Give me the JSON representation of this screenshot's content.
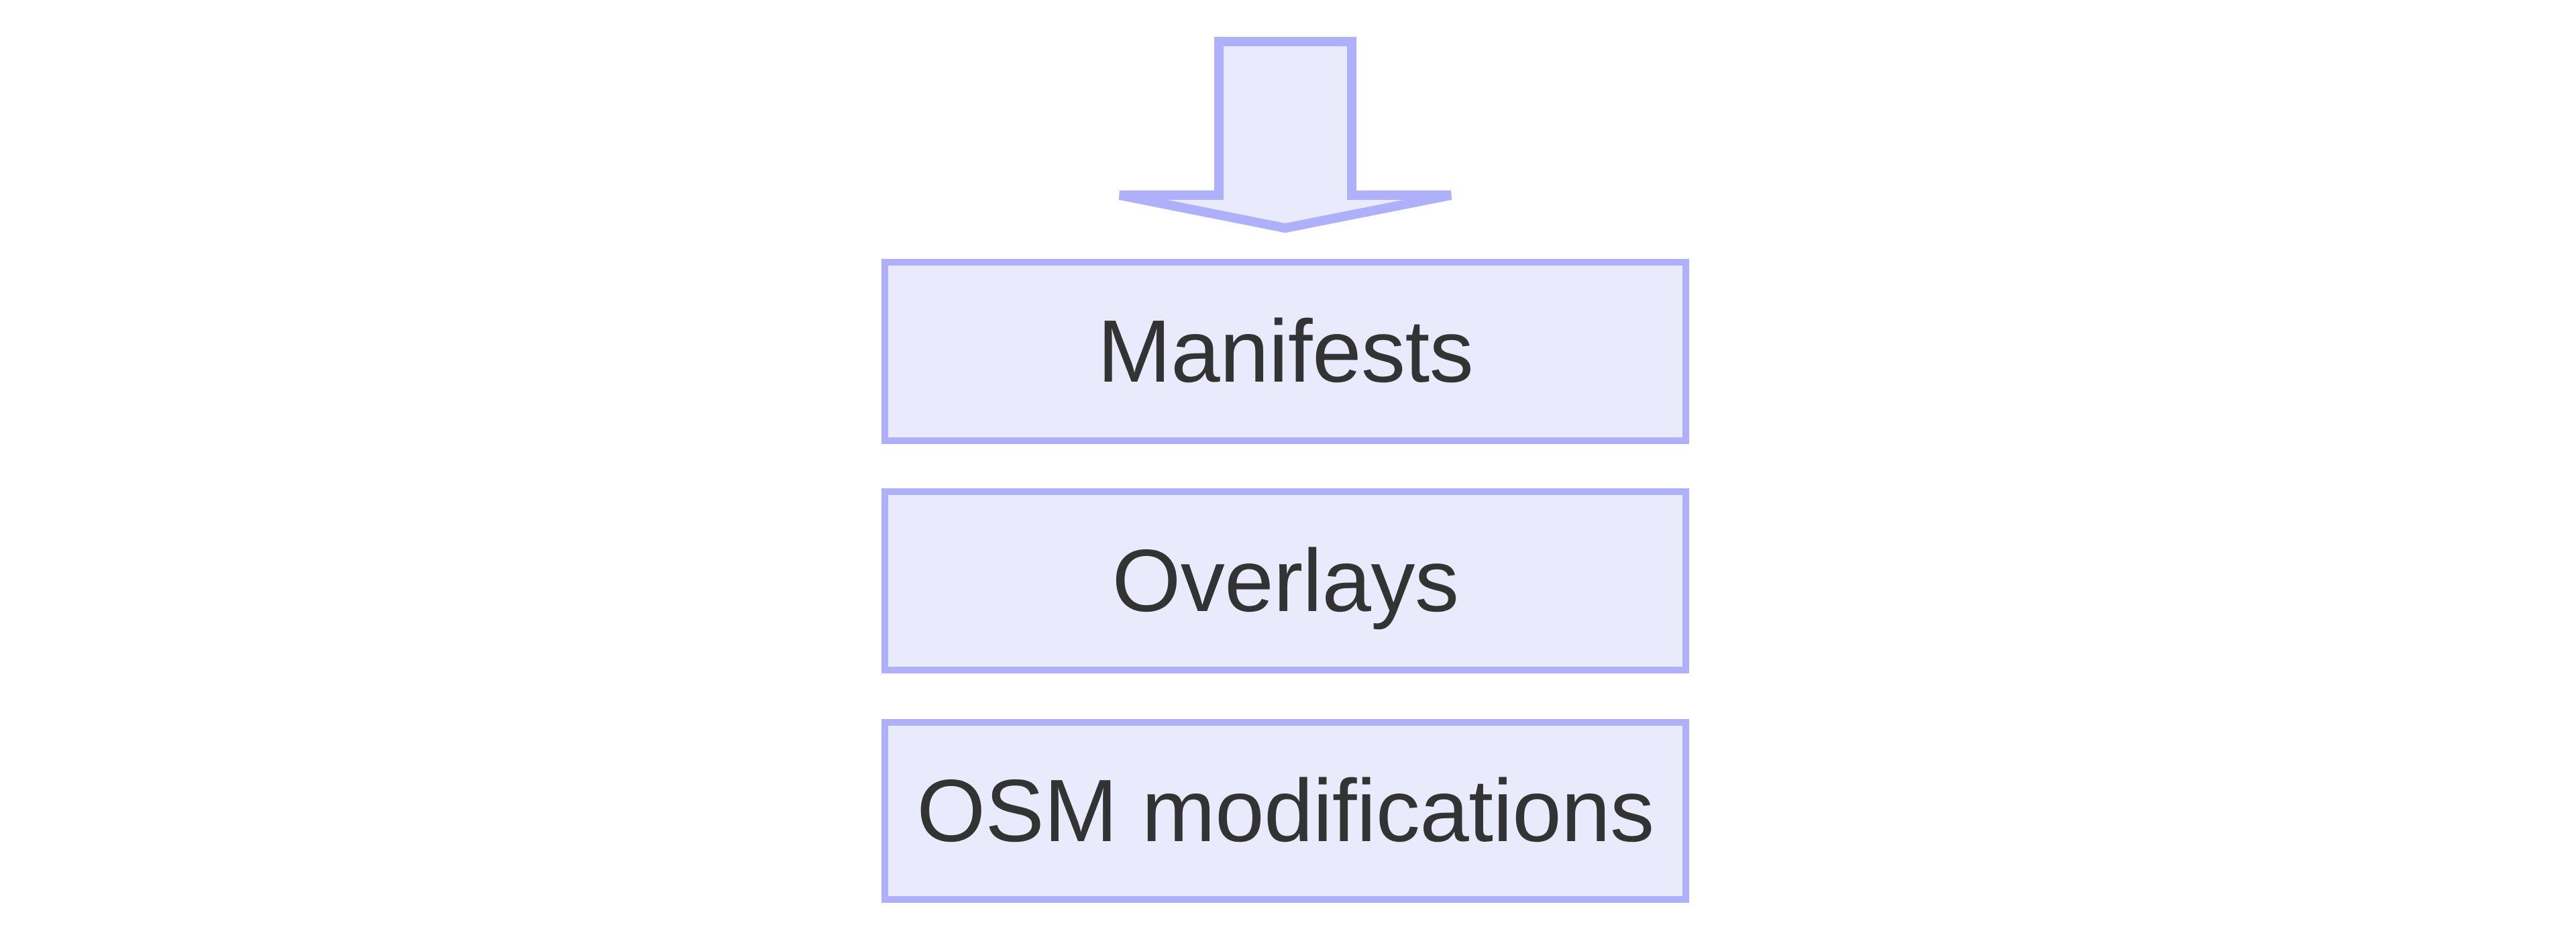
{
  "diagram": {
    "type": "flowchart",
    "orientation": "top-down",
    "background_color": "#ffffff",
    "node_fill_color": "#e9eafb",
    "node_border_color": "#aeb0fa",
    "node_text_color": "#333333",
    "arrow_fill_color": "#e9eafb",
    "arrow_stroke_color": "#aeb0fa",
    "arrow_icon_name": "down-arrow",
    "nodes": [
      {
        "id": "manifests",
        "label": "Manifests"
      },
      {
        "id": "overlays",
        "label": "Overlays"
      },
      {
        "id": "osm-modifications",
        "label": "OSM modifications"
      }
    ],
    "edges": [
      {
        "from": "",
        "to": "manifests",
        "shape": "block-arrow-down",
        "label": ""
      }
    ]
  }
}
